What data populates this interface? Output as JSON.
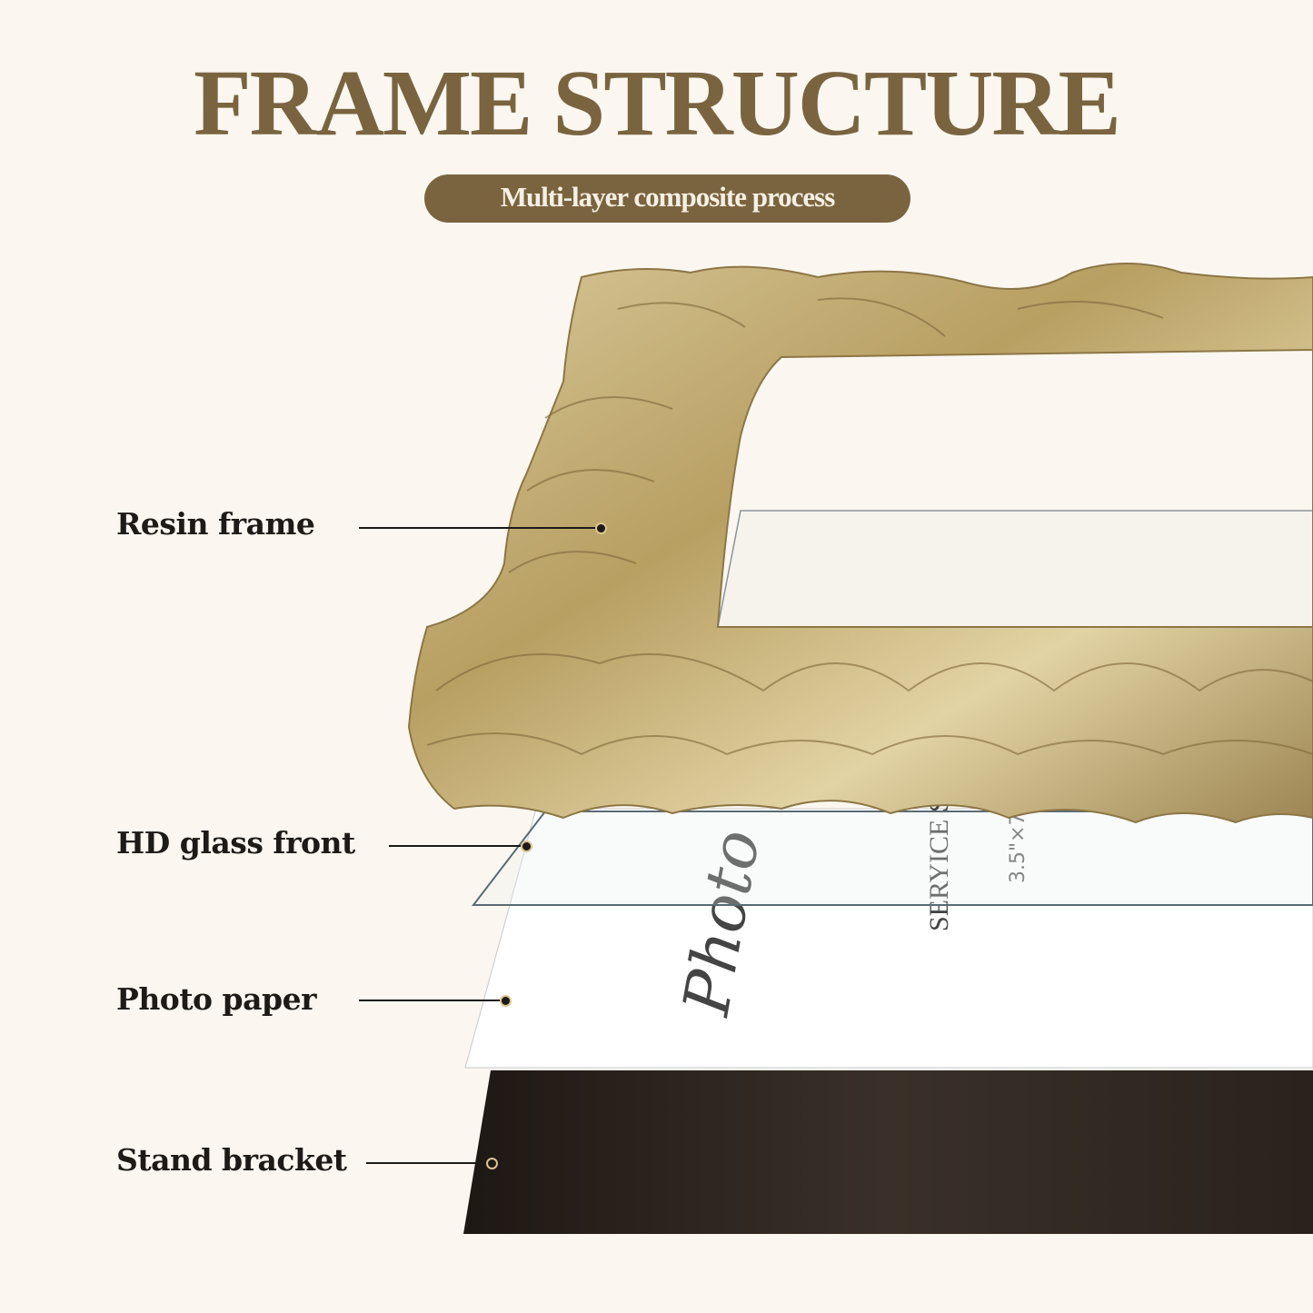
{
  "header": {
    "title": "FRAME STRUCTURE",
    "subtitle": "Multi-layer composite process"
  },
  "layers": [
    {
      "label": "Resin frame"
    },
    {
      "label": "HD glass front"
    },
    {
      "label": "Photo paper"
    },
    {
      "label": "Stand bracket"
    }
  ],
  "photo_paper_print": {
    "script": "Photo",
    "brand": "SERYICE S",
    "size": "3.5\"×7\""
  },
  "colors": {
    "accent": "#7a6440",
    "background": "#fbf7f0",
    "gold": "#c9b47e",
    "bracket": "#2a221d"
  }
}
